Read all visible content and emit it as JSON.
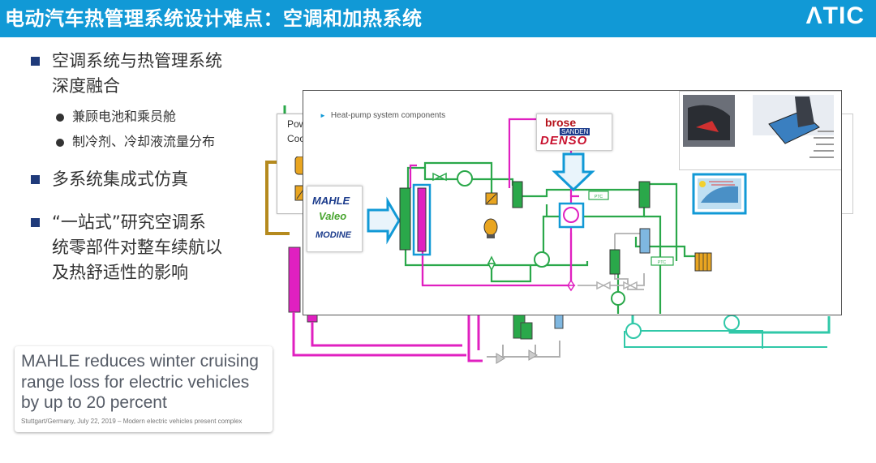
{
  "header": {
    "title": "电动汽车热管理系统设计难点：空调和加热系统",
    "logo": "ΛTIC",
    "bg_color": "#1199d6"
  },
  "bullets": {
    "item1_line1": "空调系统与热管理系统",
    "item1_line2": "深度融合",
    "sub1": "兼顾电池和乘员舱",
    "sub2": "制冷剂、冷却液流量分布",
    "item2": "多系统集成式仿真",
    "item3_line1": "“一站式”研究空调系",
    "item3_line2": "统零部件对整车续航以",
    "item3_line3": "及热舒适性的影响"
  },
  "news_card": {
    "headline": "MAHLE reduces winter cruising range loss for electric vehicles by up to 20 percent",
    "snippet": "Stuttgart/Germany, July 22, 2019 – Modern electric vehicles present complex"
  },
  "diagram": {
    "caption": "Heat-pump system components",
    "bg_panel_line1": "Pow",
    "bg_panel_line2": "Coo",
    "suppliers_left": [
      "MAHLE",
      "Valeo",
      "MODINE"
    ],
    "suppliers_top": [
      "brose",
      "SANDEN",
      "DENSO"
    ],
    "ptc_label": "PTC",
    "colors": {
      "refrigerant": "#e020c0",
      "coolant": "#2aa84a",
      "air_arrow": "#1199d6",
      "grey_line": "#b0b0b0"
    }
  }
}
